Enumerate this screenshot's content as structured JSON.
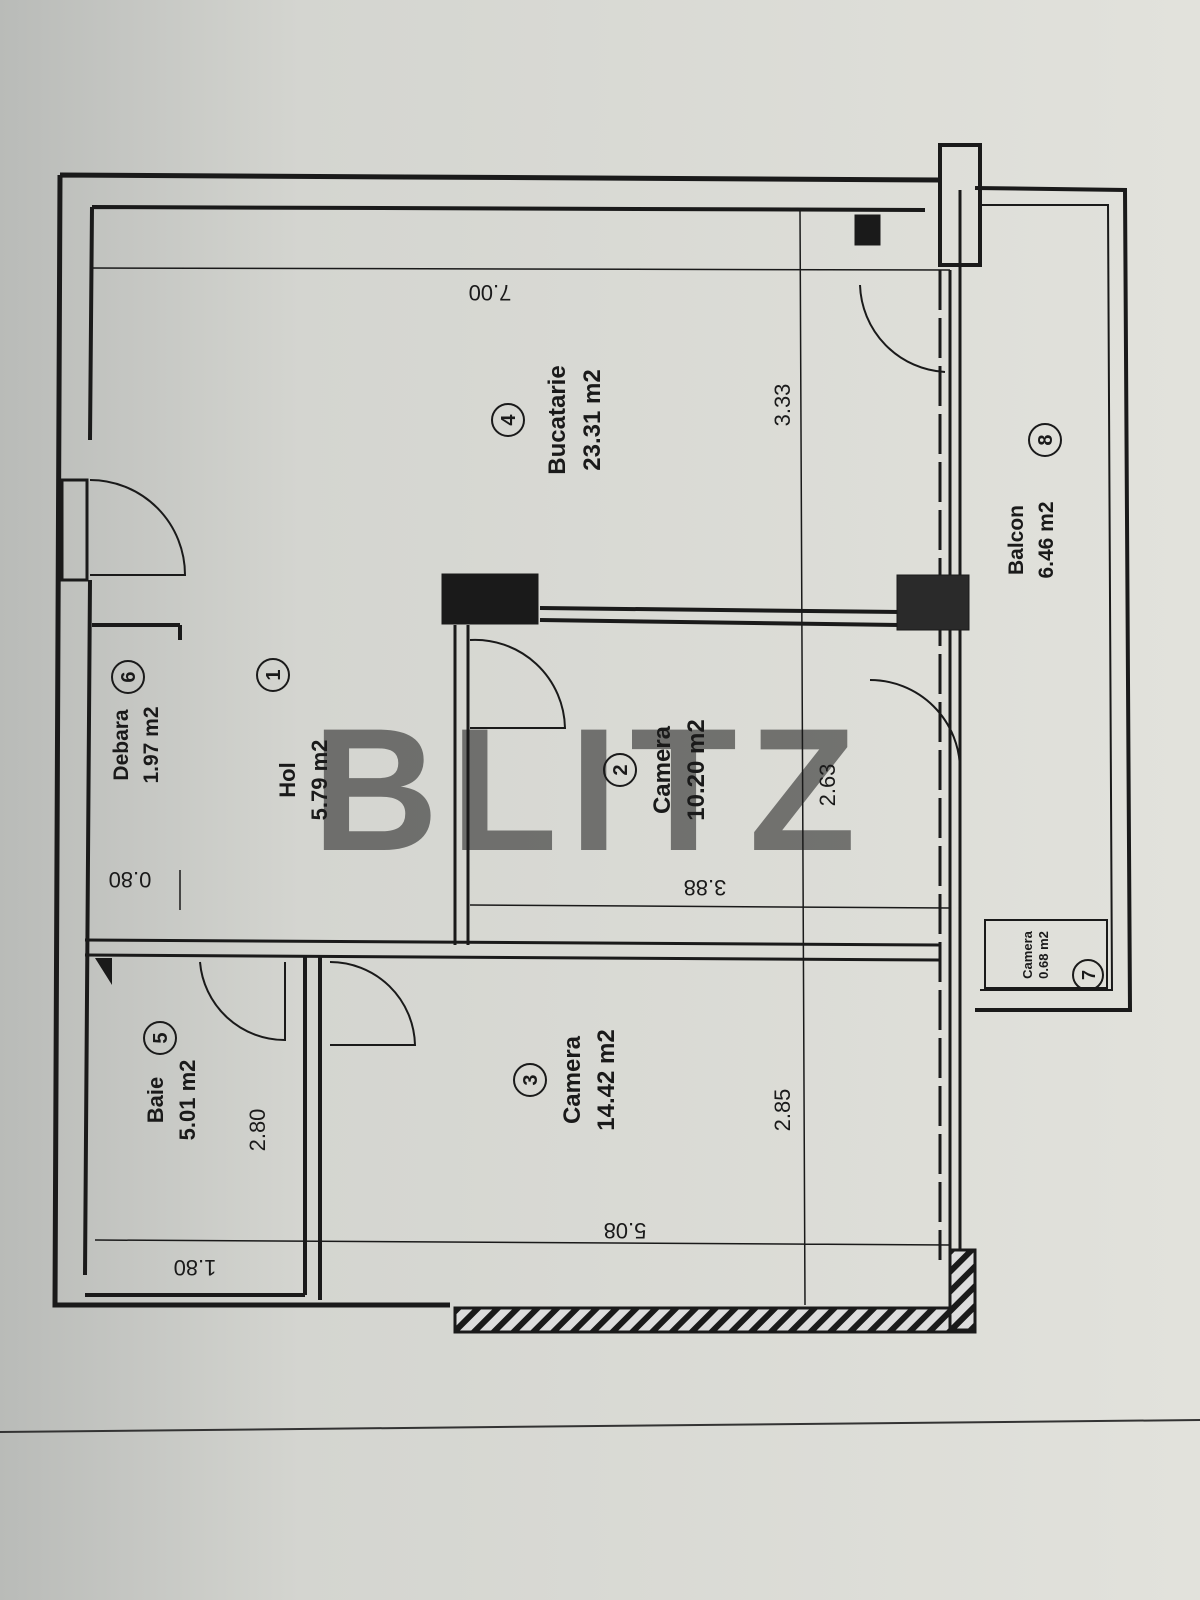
{
  "rooms": [
    {
      "number": "1",
      "name": "Hol",
      "area": "5.79 m2"
    },
    {
      "number": "2",
      "name": "Camera",
      "area": "10.20 m2"
    },
    {
      "number": "3",
      "name": "Camera",
      "area": "14.42 m2"
    },
    {
      "number": "4",
      "name": "Bucatarie",
      "area": "23.31 m2"
    },
    {
      "number": "5",
      "name": "Baie",
      "area": "5.01 m2"
    },
    {
      "number": "6",
      "name": "Debara",
      "area": "1.97 m2"
    },
    {
      "number": "7",
      "name": "Camera",
      "area": "0.68 m2"
    },
    {
      "number": "8",
      "name": "Balcon",
      "area": "6.46 m2"
    }
  ],
  "dimensions": {
    "top_width": "7.00",
    "kitchen_depth": "3.33",
    "room2_depth": "2.63",
    "room3_depth": "2.85",
    "room2_width": "3.88",
    "hall_width": "0.80",
    "bath_width": "1.80",
    "room3_width": "5.08",
    "bath_depth": "2.80"
  },
  "watermark": "BLITZ",
  "colors": {
    "paper": "#dcdcd6",
    "ink": "#1a1a1a"
  }
}
